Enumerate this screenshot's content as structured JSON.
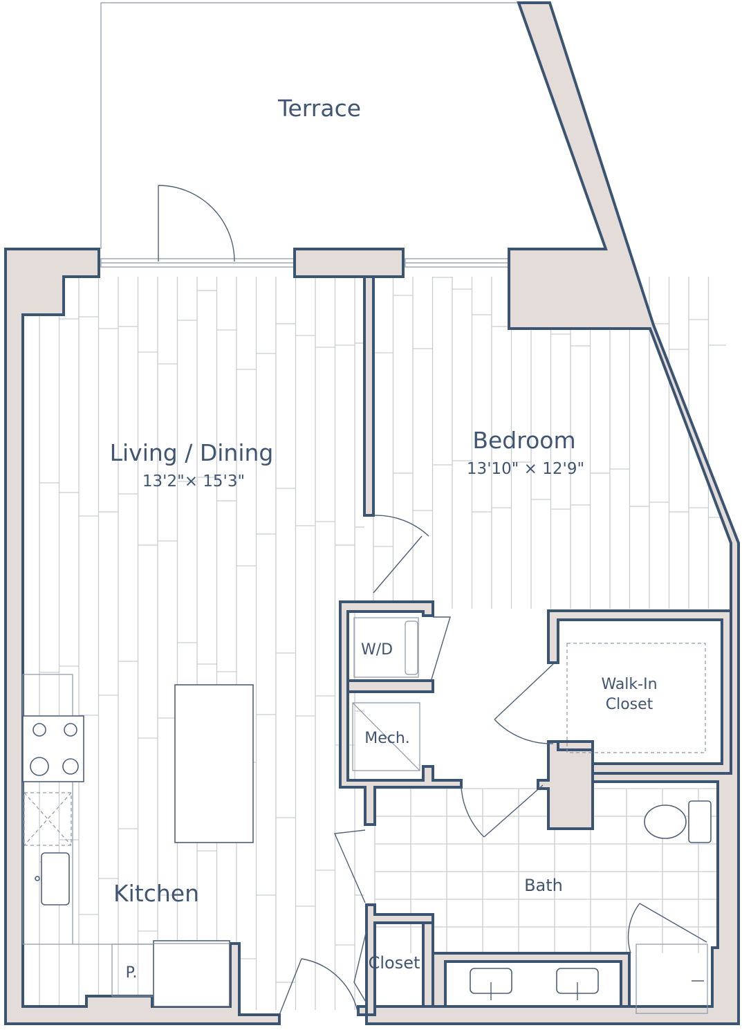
{
  "plan": {
    "colors": {
      "wall_fill": "#e3dcd9",
      "wall_stroke": "#3b5472",
      "label": "#3f5572",
      "floor_lines": "#c9cdd3"
    },
    "rooms": {
      "terrace": {
        "name": "Terrace"
      },
      "living": {
        "name": "Living / Dining",
        "dims": "13'2\"× 15'3\""
      },
      "bedroom": {
        "name": "Bedroom",
        "dims": "13'10\" × 12'9\""
      },
      "wd": {
        "name": "W/D"
      },
      "mech": {
        "name": "Mech."
      },
      "walkin": {
        "line1": "Walk-In",
        "line2": "Closet"
      },
      "kitchen": {
        "name": "Kitchen"
      },
      "bath": {
        "name": "Bath"
      },
      "closet": {
        "name": "Closet"
      },
      "pantry": {
        "name": "P."
      }
    }
  }
}
